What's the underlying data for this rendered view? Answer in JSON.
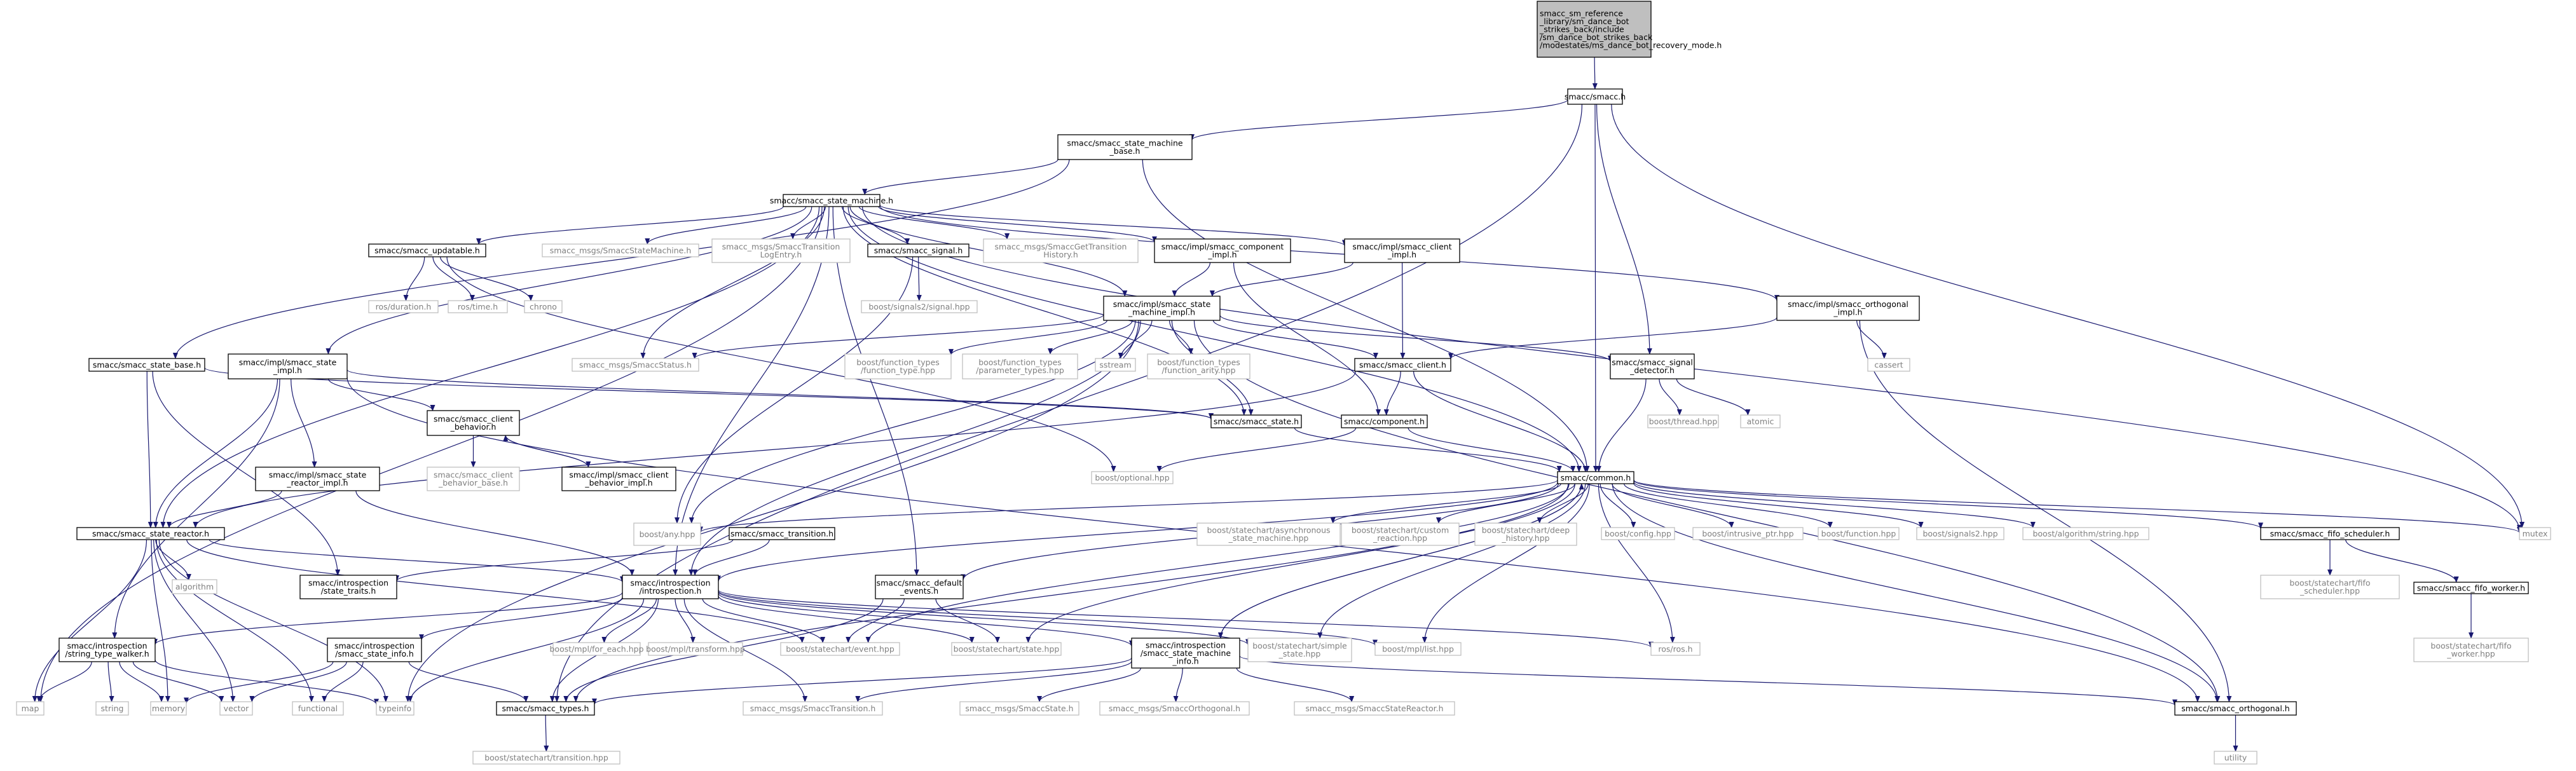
{
  "colors": {
    "edge": "#191970",
    "node_border": "#000000",
    "node_border_external": "#bfbfbf",
    "node_fill": "#ffffff",
    "root_fill": "#bfbfbf",
    "text": "#000000",
    "text_external": "#808080"
  },
  "nodes": [
    {
      "id": "root",
      "lines": [
        "smacc_sm_reference",
        "_library/sm_dance_bot",
        "_strikes_back/include",
        "/sm_dance_bot_strikes_back",
        "/modestates/ms_dance_bot_recovery_mode.h"
      ],
      "kind": "root"
    },
    {
      "id": "smacc_h",
      "lines": [
        "smacc/smacc.h"
      ],
      "kind": "internal"
    },
    {
      "id": "sm_base",
      "lines": [
        "smacc/smacc_state_machine",
        "_base.h"
      ],
      "kind": "internal"
    },
    {
      "id": "state_machine",
      "lines": [
        "smacc/smacc_state_machine.h"
      ],
      "kind": "internal"
    },
    {
      "id": "updatable",
      "lines": [
        "smacc/smacc_updatable.h"
      ],
      "kind": "internal"
    },
    {
      "id": "msgs_sm",
      "lines": [
        "smacc_msgs/SmaccStateMachine.h"
      ],
      "kind": "external"
    },
    {
      "id": "msgs_tle",
      "lines": [
        "smacc_msgs/SmaccTransition",
        "LogEntry.h"
      ],
      "kind": "external"
    },
    {
      "id": "signal",
      "lines": [
        "smacc/smacc_signal.h"
      ],
      "kind": "internal"
    },
    {
      "id": "msgs_gth",
      "lines": [
        "smacc_msgs/SmaccGetTransition",
        "History.h"
      ],
      "kind": "external"
    },
    {
      "id": "comp_impl",
      "lines": [
        "smacc/impl/smacc_component",
        "_impl.h"
      ],
      "kind": "internal"
    },
    {
      "id": "client_impl",
      "lines": [
        "smacc/impl/smacc_client",
        "_impl.h"
      ],
      "kind": "internal"
    },
    {
      "id": "orth_impl",
      "lines": [
        "smacc/impl/smacc_orthogonal",
        "_impl.h"
      ],
      "kind": "internal"
    },
    {
      "id": "duration",
      "lines": [
        "ros/duration.h"
      ],
      "kind": "external"
    },
    {
      "id": "rostime",
      "lines": [
        "ros/time.h"
      ],
      "kind": "external"
    },
    {
      "id": "chrono",
      "lines": [
        "chrono"
      ],
      "kind": "external"
    },
    {
      "id": "signals2sig",
      "lines": [
        "boost/signals2/signal.hpp"
      ],
      "kind": "external"
    },
    {
      "id": "sm_impl",
      "lines": [
        "smacc/impl/smacc_state",
        "_machine_impl.h"
      ],
      "kind": "internal"
    },
    {
      "id": "state_base",
      "lines": [
        "smacc/smacc_state_base.h"
      ],
      "kind": "internal"
    },
    {
      "id": "state_impl",
      "lines": [
        "smacc/impl/smacc_state",
        "_impl.h"
      ],
      "kind": "internal"
    },
    {
      "id": "msgs_status",
      "lines": [
        "smacc_msgs/SmaccStatus.h"
      ],
      "kind": "external"
    },
    {
      "id": "ft_type",
      "lines": [
        "boost/function_types",
        "/function_type.hpp"
      ],
      "kind": "external"
    },
    {
      "id": "ft_param",
      "lines": [
        "boost/function_types",
        "/parameter_types.hpp"
      ],
      "kind": "external"
    },
    {
      "id": "sstream",
      "lines": [
        "sstream"
      ],
      "kind": "external"
    },
    {
      "id": "ft_arity",
      "lines": [
        "boost/function_types",
        "/function_arity.hpp"
      ],
      "kind": "external"
    },
    {
      "id": "client",
      "lines": [
        "smacc/smacc_client.h"
      ],
      "kind": "internal"
    },
    {
      "id": "sig_det",
      "lines": [
        "smacc/smacc_signal",
        "_detector.h"
      ],
      "kind": "internal"
    },
    {
      "id": "cassert",
      "lines": [
        "cassert"
      ],
      "kind": "external"
    },
    {
      "id": "cb",
      "lines": [
        "smacc/smacc_client",
        "_behavior.h"
      ],
      "kind": "internal"
    },
    {
      "id": "state",
      "lines": [
        "smacc/smacc_state.h"
      ],
      "kind": "internal"
    },
    {
      "id": "component",
      "lines": [
        "smacc/component.h"
      ],
      "kind": "internal"
    },
    {
      "id": "thread",
      "lines": [
        "boost/thread.hpp"
      ],
      "kind": "external"
    },
    {
      "id": "atomic",
      "lines": [
        "atomic"
      ],
      "kind": "external"
    },
    {
      "id": "cb_base",
      "lines": [
        "smacc/smacc_client",
        "_behavior_base.h"
      ],
      "kind": "external"
    },
    {
      "id": "cb_impl",
      "lines": [
        "smacc/impl/smacc_client",
        "_behavior_impl.h"
      ],
      "kind": "internal"
    },
    {
      "id": "reactor_impl",
      "lines": [
        "smacc/impl/smacc_state",
        "_reactor_impl.h"
      ],
      "kind": "internal"
    },
    {
      "id": "optional",
      "lines": [
        "boost/optional.hpp"
      ],
      "kind": "external"
    },
    {
      "id": "common",
      "lines": [
        "smacc/common.h"
      ],
      "kind": "internal"
    },
    {
      "id": "reactor",
      "lines": [
        "smacc/smacc_state_reactor.h"
      ],
      "kind": "internal"
    },
    {
      "id": "any",
      "lines": [
        "boost/any.hpp"
      ],
      "kind": "external"
    },
    {
      "id": "transition",
      "lines": [
        "smacc/smacc_transition.h"
      ],
      "kind": "internal"
    },
    {
      "id": "async_sm",
      "lines": [
        "boost/statechart/asynchronous",
        "_state_machine.hpp"
      ],
      "kind": "external"
    },
    {
      "id": "custom_r",
      "lines": [
        "boost/statechart/custom",
        "_reaction.hpp"
      ],
      "kind": "external"
    },
    {
      "id": "deep_h",
      "lines": [
        "boost/statechart/deep",
        "_history.hpp"
      ],
      "kind": "external"
    },
    {
      "id": "config",
      "lines": [
        "boost/config.hpp"
      ],
      "kind": "external"
    },
    {
      "id": "intrusive",
      "lines": [
        "boost/intrusive_ptr.hpp"
      ],
      "kind": "external"
    },
    {
      "id": "function",
      "lines": [
        "boost/function.hpp"
      ],
      "kind": "external"
    },
    {
      "id": "signals2",
      "lines": [
        "boost/signals2.hpp"
      ],
      "kind": "external"
    },
    {
      "id": "algstring",
      "lines": [
        "boost/algorithm/string.hpp"
      ],
      "kind": "external"
    },
    {
      "id": "fifo_sched",
      "lines": [
        "smacc/smacc_fifo_scheduler.h"
      ],
      "kind": "internal"
    },
    {
      "id": "mutex",
      "lines": [
        "mutex"
      ],
      "kind": "external"
    },
    {
      "id": "algorithm",
      "lines": [
        "algorithm"
      ],
      "kind": "external"
    },
    {
      "id": "state_traits",
      "lines": [
        "smacc/introspection",
        "/state_traits.h"
      ],
      "kind": "internal"
    },
    {
      "id": "introspection",
      "lines": [
        "smacc/introspection",
        "/introspection.h"
      ],
      "kind": "internal"
    },
    {
      "id": "default_events",
      "lines": [
        "smacc/smacc_default",
        "_events.h"
      ],
      "kind": "internal"
    },
    {
      "id": "bfifo_sched",
      "lines": [
        "boost/statechart/fifo",
        "_scheduler.hpp"
      ],
      "kind": "external"
    },
    {
      "id": "fifo_worker",
      "lines": [
        "smacc/smacc_fifo_worker.h"
      ],
      "kind": "internal"
    },
    {
      "id": "stw",
      "lines": [
        "smacc/introspection",
        "/string_type_walker.h"
      ],
      "kind": "internal"
    },
    {
      "id": "ssi",
      "lines": [
        "smacc/introspection",
        "/smacc_state_info.h"
      ],
      "kind": "internal"
    },
    {
      "id": "for_each",
      "lines": [
        "boost/mpl/for_each.hpp"
      ],
      "kind": "external"
    },
    {
      "id": "mpl_transform",
      "lines": [
        "boost/mpl/transform.hpp"
      ],
      "kind": "external"
    },
    {
      "id": "sc_event",
      "lines": [
        "boost/statechart/event.hpp"
      ],
      "kind": "external"
    },
    {
      "id": "sc_state",
      "lines": [
        "boost/statechart/state.hpp"
      ],
      "kind": "external"
    },
    {
      "id": "ssmi",
      "lines": [
        "smacc/introspection",
        "/smacc_state_machine",
        "_info.h"
      ],
      "kind": "internal"
    },
    {
      "id": "simple_state",
      "lines": [
        "boost/statechart/simple",
        "_state.hpp"
      ],
      "kind": "external"
    },
    {
      "id": "mpl_list",
      "lines": [
        "boost/mpl/list.hpp"
      ],
      "kind": "external"
    },
    {
      "id": "rosros",
      "lines": [
        "ros/ros.h"
      ],
      "kind": "external"
    },
    {
      "id": "bfifo_worker",
      "lines": [
        "boost/statechart/fifo",
        "_worker.hpp"
      ],
      "kind": "external"
    },
    {
      "id": "map",
      "lines": [
        "map"
      ],
      "kind": "external"
    },
    {
      "id": "string",
      "lines": [
        "string"
      ],
      "kind": "external"
    },
    {
      "id": "memory",
      "lines": [
        "memory"
      ],
      "kind": "external"
    },
    {
      "id": "vector",
      "lines": [
        "vector"
      ],
      "kind": "external"
    },
    {
      "id": "functional",
      "lines": [
        "functional"
      ],
      "kind": "external"
    },
    {
      "id": "typeinfo",
      "lines": [
        "typeinfo"
      ],
      "kind": "external"
    },
    {
      "id": "types",
      "lines": [
        "smacc/smacc_types.h"
      ],
      "kind": "internal"
    },
    {
      "id": "msgs_trans",
      "lines": [
        "smacc_msgs/SmaccTransition.h"
      ],
      "kind": "external"
    },
    {
      "id": "msgs_state",
      "lines": [
        "smacc_msgs/SmaccState.h"
      ],
      "kind": "external"
    },
    {
      "id": "msgs_orth",
      "lines": [
        "smacc_msgs/SmaccOrthogonal.h"
      ],
      "kind": "external"
    },
    {
      "id": "msgs_reactor",
      "lines": [
        "smacc_msgs/SmaccStateReactor.h"
      ],
      "kind": "external"
    },
    {
      "id": "orthogonal",
      "lines": [
        "smacc/smacc_orthogonal.h"
      ],
      "kind": "internal"
    },
    {
      "id": "utility",
      "lines": [
        "utility"
      ],
      "kind": "external"
    },
    {
      "id": "sc_transition",
      "lines": [
        "boost/statechart/transition.hpp"
      ],
      "kind": "external"
    }
  ],
  "edges": [
    [
      "root",
      "smacc_h"
    ],
    [
      "smacc_h",
      "sm_base"
    ],
    [
      "smacc_h",
      "common"
    ],
    [
      "smacc_h",
      "sig_det"
    ],
    [
      "smacc_h",
      "mutex"
    ],
    [
      "smacc_h",
      "types"
    ],
    [
      "sm_base",
      "state_machine"
    ],
    [
      "sm_base",
      "common"
    ],
    [
      "sm_base",
      "state_base"
    ],
    [
      "state_machine",
      "updatable"
    ],
    [
      "state_machine",
      "msgs_sm"
    ],
    [
      "state_machine",
      "msgs_tle"
    ],
    [
      "state_machine",
      "signal"
    ],
    [
      "state_machine",
      "msgs_gth"
    ],
    [
      "state_machine",
      "comp_impl"
    ],
    [
      "state_machine",
      "client_impl"
    ],
    [
      "state_machine",
      "orth_impl"
    ],
    [
      "state_machine",
      "msgs_status"
    ],
    [
      "state_machine",
      "state_impl"
    ],
    [
      "state_machine",
      "reactor"
    ],
    [
      "state_machine",
      "map"
    ],
    [
      "state_machine",
      "mutex"
    ],
    [
      "state_machine",
      "common"
    ],
    [
      "state_machine",
      "introspection"
    ],
    [
      "state_machine",
      "state"
    ],
    [
      "state_machine",
      "default_events"
    ],
    [
      "state_machine",
      "sm_impl"
    ],
    [
      "updatable",
      "duration"
    ],
    [
      "updatable",
      "rostime"
    ],
    [
      "updatable",
      "chrono"
    ],
    [
      "updatable",
      "optional"
    ],
    [
      "signal",
      "signals2sig"
    ],
    [
      "signal",
      "any"
    ],
    [
      "comp_impl",
      "sm_impl"
    ],
    [
      "comp_impl",
      "component"
    ],
    [
      "client_impl",
      "sm_impl"
    ],
    [
      "client_impl",
      "client"
    ],
    [
      "orth_impl",
      "client"
    ],
    [
      "orth_impl",
      "cassert"
    ],
    [
      "orth_impl",
      "orthogonal"
    ],
    [
      "sm_impl",
      "msgs_status"
    ],
    [
      "sm_impl",
      "ft_type"
    ],
    [
      "sm_impl",
      "ft_param"
    ],
    [
      "sm_impl",
      "sstream"
    ],
    [
      "sm_impl",
      "ft_arity"
    ],
    [
      "sm_impl",
      "client"
    ],
    [
      "sm_impl",
      "sig_det"
    ],
    [
      "sm_impl",
      "state"
    ],
    [
      "sm_impl",
      "typeinfo"
    ],
    [
      "sm_impl",
      "orthogonal"
    ],
    [
      "sm_impl",
      "any"
    ],
    [
      "sm_impl",
      "introspection"
    ],
    [
      "state_base",
      "state"
    ],
    [
      "state_base",
      "reactor"
    ],
    [
      "state_base",
      "state_traits"
    ],
    [
      "state_impl",
      "cb"
    ],
    [
      "state_impl",
      "reactor_impl"
    ],
    [
      "state_impl",
      "reactor"
    ],
    [
      "state_impl",
      "orthogonal"
    ],
    [
      "state_impl",
      "stw"
    ],
    [
      "state_impl",
      "state"
    ],
    [
      "client",
      "component"
    ],
    [
      "client",
      "common"
    ],
    [
      "client",
      "reactor"
    ],
    [
      "sig_det",
      "thread"
    ],
    [
      "sig_det",
      "atomic"
    ],
    [
      "sig_det",
      "common"
    ],
    [
      "cb",
      "cb_base"
    ],
    [
      "cb",
      "cb_impl"
    ],
    [
      "cb_impl",
      "cb"
    ],
    [
      "state",
      "common"
    ],
    [
      "component",
      "common"
    ],
    [
      "component",
      "optional"
    ],
    [
      "reactor_impl",
      "reactor"
    ],
    [
      "reactor_impl",
      "introspection"
    ],
    [
      "common",
      "any"
    ],
    [
      "common",
      "async_sm"
    ],
    [
      "common",
      "custom_r"
    ],
    [
      "common",
      "deep_h"
    ],
    [
      "common",
      "config"
    ],
    [
      "common",
      "intrusive"
    ],
    [
      "common",
      "function"
    ],
    [
      "common",
      "signals2"
    ],
    [
      "common",
      "algstring"
    ],
    [
      "common",
      "fifo_sched"
    ],
    [
      "common",
      "mutex"
    ],
    [
      "common",
      "introspection"
    ],
    [
      "common",
      "default_events"
    ],
    [
      "common",
      "ssmi"
    ],
    [
      "common",
      "sc_event"
    ],
    [
      "common",
      "sc_state"
    ],
    [
      "common",
      "simple_state"
    ],
    [
      "common",
      "mpl_list"
    ],
    [
      "common",
      "rosros"
    ],
    [
      "common",
      "orthogonal"
    ],
    [
      "common",
      "types"
    ],
    [
      "reactor",
      "algorithm"
    ],
    [
      "reactor",
      "introspection"
    ],
    [
      "reactor",
      "map"
    ],
    [
      "reactor",
      "memory"
    ],
    [
      "reactor",
      "vector"
    ],
    [
      "reactor",
      "functional"
    ],
    [
      "reactor",
      "typeinfo"
    ],
    [
      "reactor",
      "sc_event"
    ],
    [
      "transition",
      "introspection"
    ],
    [
      "transition",
      "state_traits"
    ],
    [
      "fifo_sched",
      "bfifo_sched"
    ],
    [
      "fifo_sched",
      "fifo_worker"
    ],
    [
      "fifo_worker",
      "bfifo_worker"
    ],
    [
      "introspection",
      "stw"
    ],
    [
      "introspection",
      "ssi"
    ],
    [
      "introspection",
      "for_each"
    ],
    [
      "introspection",
      "mpl_transform"
    ],
    [
      "introspection",
      "sc_event"
    ],
    [
      "introspection",
      "sc_state"
    ],
    [
      "introspection",
      "ssmi"
    ],
    [
      "introspection",
      "simple_state"
    ],
    [
      "introspection",
      "mpl_list"
    ],
    [
      "introspection",
      "rosros"
    ],
    [
      "introspection",
      "typeinfo"
    ],
    [
      "introspection",
      "types"
    ],
    [
      "introspection",
      "msgs_trans"
    ],
    [
      "default_events",
      "sc_event"
    ],
    [
      "default_events",
      "sc_state"
    ],
    [
      "default_events",
      "types"
    ],
    [
      "stw",
      "map"
    ],
    [
      "stw",
      "string"
    ],
    [
      "stw",
      "memory"
    ],
    [
      "stw",
      "vector"
    ],
    [
      "stw",
      "typeinfo"
    ],
    [
      "ssi",
      "memory"
    ],
    [
      "ssi",
      "vector"
    ],
    [
      "ssi",
      "functional"
    ],
    [
      "ssi",
      "types"
    ],
    [
      "ssmi",
      "common"
    ],
    [
      "ssmi",
      "types"
    ],
    [
      "ssmi",
      "msgs_trans"
    ],
    [
      "ssmi",
      "msgs_state"
    ],
    [
      "ssmi",
      "msgs_orth"
    ],
    [
      "ssmi",
      "msgs_reactor"
    ],
    [
      "ssmi",
      "orthogonal"
    ],
    [
      "types",
      "sc_transition"
    ],
    [
      "orthogonal",
      "utility"
    ]
  ]
}
